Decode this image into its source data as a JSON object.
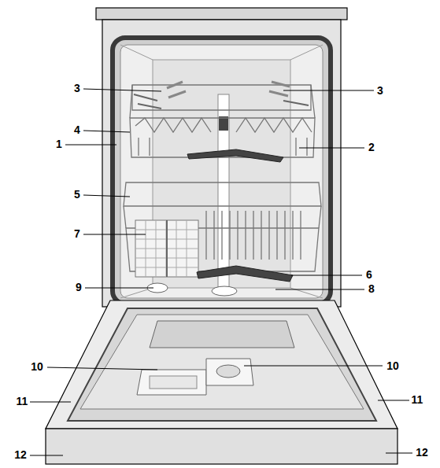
{
  "diagram": {
    "labels": [
      "3",
      "3",
      "4",
      "1",
      "2",
      "5",
      "7",
      "6",
      "9",
      "8",
      "10",
      "10",
      "11",
      "11",
      "12",
      "12"
    ]
  }
}
